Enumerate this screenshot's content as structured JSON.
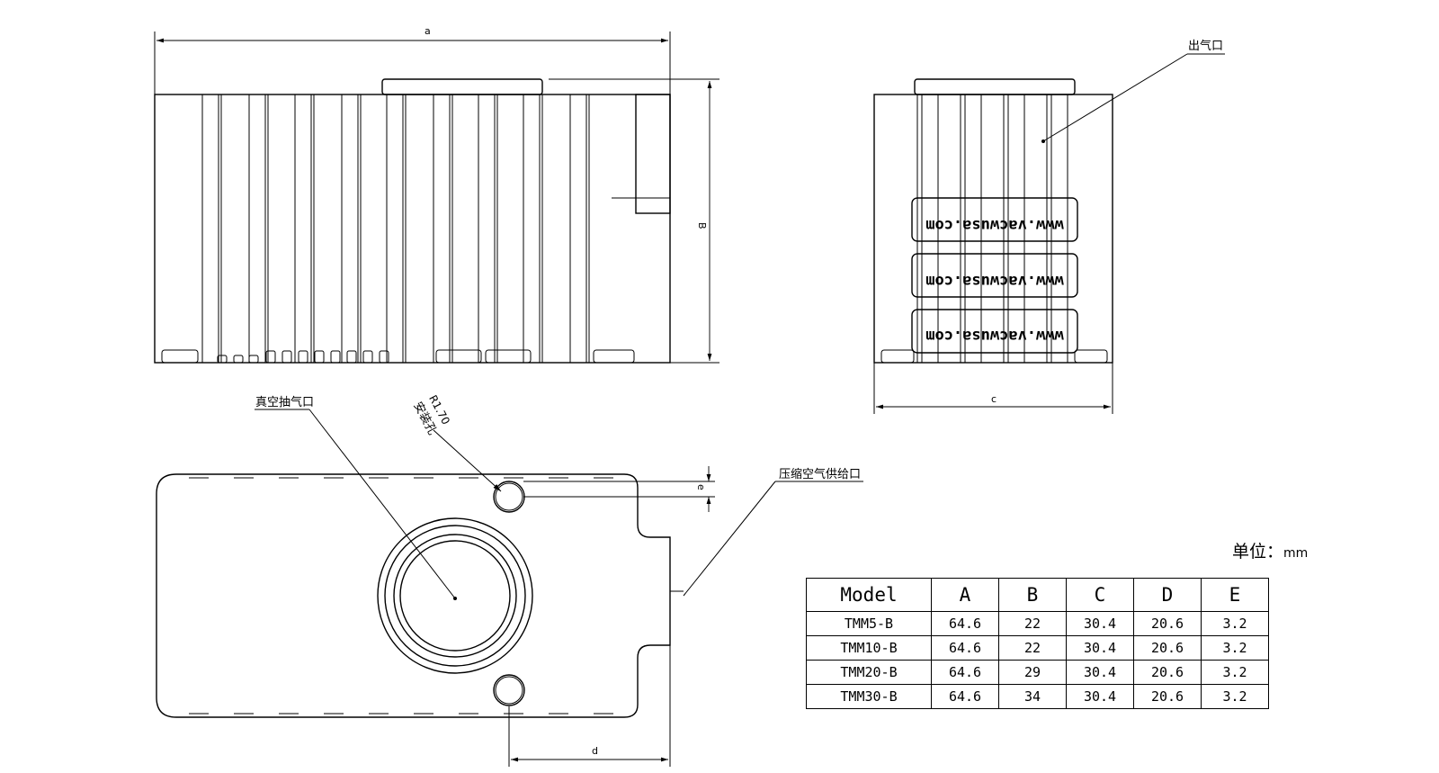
{
  "labels": {
    "dim_a": "a",
    "dim_b": "B",
    "dim_c": "c",
    "dim_d": "d",
    "dim_e": "e",
    "outlet": "出气口",
    "vacuum_port": "真空抽气口",
    "mount_hole": "安装孔",
    "hole_radius": "R1.70",
    "supply_port": "压缩空气供给口",
    "brand_text": "www.vacwusa.com"
  },
  "unit": {
    "label": "单位：",
    "value": "mm"
  },
  "spec_table": {
    "headers": [
      "Model",
      "A",
      "B",
      "C",
      "D",
      "E"
    ],
    "rows": [
      [
        "TMM5-B",
        "64.6",
        "22",
        "30.4",
        "20.6",
        "3.2"
      ],
      [
        "TMM10-B",
        "64.6",
        "22",
        "30.4",
        "20.6",
        "3.2"
      ],
      [
        "TMM20-B",
        "64.6",
        "29",
        "30.4",
        "20.6",
        "3.2"
      ],
      [
        "TMM30-B",
        "64.6",
        "34",
        "30.4",
        "20.6",
        "3.2"
      ]
    ]
  }
}
